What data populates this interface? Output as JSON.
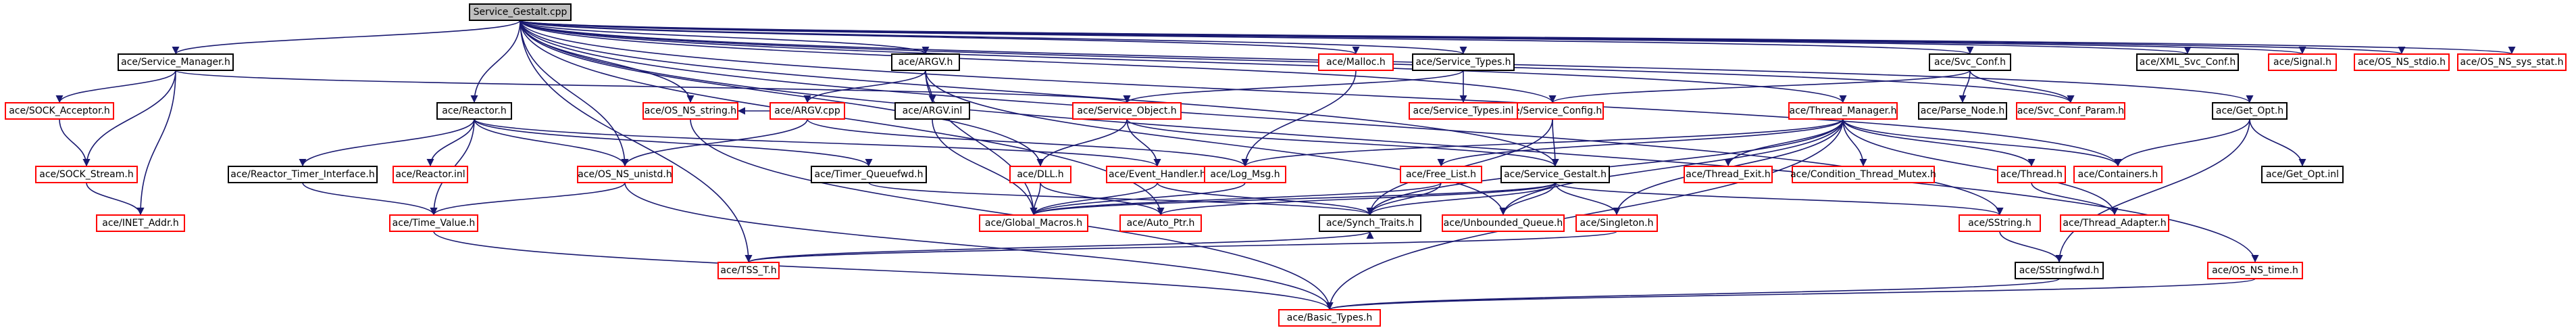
{
  "colors": {
    "root_fill": "#bfbfbf",
    "root_stroke": "#000000",
    "documented_stroke": "#000000",
    "external_stroke": "#ff0000",
    "edge": "#191970",
    "text": "#000000"
  },
  "nodes": [
    {
      "id": "service_gestalt_cpp",
      "label": "Service_Gestalt.cpp",
      "kind": "root"
    },
    {
      "id": "service_manager_h",
      "label": "ace/Service_Manager.h",
      "kind": "documented"
    },
    {
      "id": "reactor_h",
      "label": "ace/Reactor.h",
      "kind": "documented"
    },
    {
      "id": "os_ns_unistd_h",
      "label": "ace/OS_NS_unistd.h",
      "kind": "external"
    },
    {
      "id": "os_ns_string_h",
      "label": "ace/OS_NS_string.h",
      "kind": "external"
    },
    {
      "id": "tss_t_h",
      "label": "ace/TSS_T.h",
      "kind": "external"
    },
    {
      "id": "argv_h",
      "label": "ace/ARGV.h",
      "kind": "documented"
    },
    {
      "id": "dll_h",
      "label": "ace/DLL.h",
      "kind": "external"
    },
    {
      "id": "malloc_h",
      "label": "ace/Malloc.h",
      "kind": "external"
    },
    {
      "id": "service_types_h",
      "label": "ace/Service_Types.h",
      "kind": "documented"
    },
    {
      "id": "service_config_h",
      "label": "ace/Service_Config.h",
      "kind": "external"
    },
    {
      "id": "thread_manager_h",
      "label": "ace/Thread_Manager.h",
      "kind": "external"
    },
    {
      "id": "service_gestalt_h",
      "label": "ace/Service_Gestalt.h",
      "kind": "documented"
    },
    {
      "id": "svc_conf_h",
      "label": "ace/Svc_Conf.h",
      "kind": "documented"
    },
    {
      "id": "get_opt_h",
      "label": "ace/Get_Opt.h",
      "kind": "documented"
    },
    {
      "id": "os_ns_time_h",
      "label": "ace/OS_NS_time.h",
      "kind": "external"
    },
    {
      "id": "xml_svc_conf_h",
      "label": "ace/XML_Svc_Conf.h",
      "kind": "documented"
    },
    {
      "id": "signal_h",
      "label": "ace/Signal.h",
      "kind": "external"
    },
    {
      "id": "os_ns_stdio_h",
      "label": "ace/OS_NS_stdio.h",
      "kind": "external"
    },
    {
      "id": "os_ns_sys_stat_h",
      "label": "ace/OS_NS_sys_stat.h",
      "kind": "external"
    },
    {
      "id": "sock_acceptor_h",
      "label": "ace/SOCK_Acceptor.h",
      "kind": "external"
    },
    {
      "id": "sock_stream_h",
      "label": "ace/SOCK_Stream.h",
      "kind": "external"
    },
    {
      "id": "inet_addr_h",
      "label": "ace/INET_Addr.h",
      "kind": "external"
    },
    {
      "id": "service_object_h",
      "label": "ace/Service_Object.h",
      "kind": "external"
    },
    {
      "id": "reactor_timer_interface_h",
      "label": "ace/Reactor_Timer_Interface.h",
      "kind": "documented"
    },
    {
      "id": "reactor_inl",
      "label": "ace/Reactor.inl",
      "kind": "external"
    },
    {
      "id": "timer_queuefwd_h",
      "label": "ace/Timer_Queuefwd.h",
      "kind": "documented"
    },
    {
      "id": "event_handler_h",
      "label": "ace/Event_Handler.h",
      "kind": "external"
    },
    {
      "id": "time_value_h",
      "label": "ace/Time_Value.h",
      "kind": "external"
    },
    {
      "id": "argv_cpp",
      "label": "ace/ARGV.cpp",
      "kind": "external"
    },
    {
      "id": "argv_inl",
      "label": "ace/ARGV.inl",
      "kind": "documented"
    },
    {
      "id": "global_macros_h",
      "label": "ace/Global_Macros.h",
      "kind": "external"
    },
    {
      "id": "log_msg_h",
      "label": "ace/Log_Msg.h",
      "kind": "external"
    },
    {
      "id": "auto_ptr_h",
      "label": "ace/Auto_Ptr.h",
      "kind": "external"
    },
    {
      "id": "synch_traits_h",
      "label": "ace/Synch_Traits.h",
      "kind": "documented"
    },
    {
      "id": "unbounded_queue_h",
      "label": "ace/Unbounded_Queue.h",
      "kind": "external"
    },
    {
      "id": "singleton_h",
      "label": "ace/Singleton.h",
      "kind": "external"
    },
    {
      "id": "service_types_inl",
      "label": "ace/Service_Types.inl",
      "kind": "external"
    },
    {
      "id": "free_list_h",
      "label": "ace/Free_List.h",
      "kind": "external"
    },
    {
      "id": "thread_exit_h",
      "label": "ace/Thread_Exit.h",
      "kind": "external"
    },
    {
      "id": "condition_thread_mutex_h",
      "label": "ace/Condition_Thread_Mutex.h",
      "kind": "external"
    },
    {
      "id": "thread_h",
      "label": "ace/Thread.h",
      "kind": "external"
    },
    {
      "id": "containers_h",
      "label": "ace/Containers.h",
      "kind": "external"
    },
    {
      "id": "thread_adapter_h",
      "label": "ace/Thread_Adapter.h",
      "kind": "external"
    },
    {
      "id": "sstring_h",
      "label": "ace/SString.h",
      "kind": "external"
    },
    {
      "id": "sstringfwd_h",
      "label": "ace/SStringfwd.h",
      "kind": "documented"
    },
    {
      "id": "basic_types_h",
      "label": "ace/Basic_Types.h",
      "kind": "external"
    },
    {
      "id": "parse_node_h",
      "label": "ace/Parse_Node.h",
      "kind": "documented"
    },
    {
      "id": "svc_conf_param_h",
      "label": "ace/Svc_Conf_Param.h",
      "kind": "external"
    },
    {
      "id": "get_opt_inl",
      "label": "ace/Get_Opt.inl",
      "kind": "documented"
    }
  ],
  "edges": [
    [
      "service_gestalt_cpp",
      "service_manager_h"
    ],
    [
      "service_gestalt_cpp",
      "reactor_h"
    ],
    [
      "service_gestalt_cpp",
      "os_ns_unistd_h"
    ],
    [
      "service_gestalt_cpp",
      "os_ns_string_h"
    ],
    [
      "service_gestalt_cpp",
      "tss_t_h"
    ],
    [
      "service_gestalt_cpp",
      "argv_h"
    ],
    [
      "service_gestalt_cpp",
      "dll_h"
    ],
    [
      "service_gestalt_cpp",
      "malloc_h"
    ],
    [
      "service_gestalt_cpp",
      "service_types_h"
    ],
    [
      "service_gestalt_cpp",
      "service_config_h"
    ],
    [
      "service_gestalt_cpp",
      "thread_manager_h"
    ],
    [
      "service_gestalt_cpp",
      "service_gestalt_h"
    ],
    [
      "service_gestalt_cpp",
      "svc_conf_h"
    ],
    [
      "service_gestalt_cpp",
      "get_opt_h"
    ],
    [
      "service_gestalt_cpp",
      "os_ns_time_h"
    ],
    [
      "service_gestalt_cpp",
      "xml_svc_conf_h"
    ],
    [
      "service_gestalt_cpp",
      "signal_h"
    ],
    [
      "service_gestalt_cpp",
      "os_ns_stdio_h"
    ],
    [
      "service_gestalt_cpp",
      "os_ns_sys_stat_h"
    ],
    [
      "service_gestalt_cpp",
      "svc_conf_param_h"
    ],
    [
      "service_gestalt_cpp",
      "containers_h"
    ],
    [
      "service_gestalt_cpp",
      "auto_ptr_h"
    ],
    [
      "service_gestalt_cpp",
      "sstring_h"
    ],
    [
      "service_manager_h",
      "sock_acceptor_h"
    ],
    [
      "service_manager_h",
      "sock_stream_h"
    ],
    [
      "service_manager_h",
      "inet_addr_h"
    ],
    [
      "service_manager_h",
      "service_object_h"
    ],
    [
      "sock_acceptor_h",
      "sock_stream_h"
    ],
    [
      "sock_stream_h",
      "inet_addr_h"
    ],
    [
      "reactor_h",
      "reactor_timer_interface_h"
    ],
    [
      "reactor_h",
      "reactor_inl"
    ],
    [
      "reactor_h",
      "timer_queuefwd_h"
    ],
    [
      "reactor_h",
      "event_handler_h"
    ],
    [
      "reactor_h",
      "time_value_h"
    ],
    [
      "reactor_h",
      "os_ns_unistd_h"
    ],
    [
      "reactor_timer_interface_h",
      "time_value_h"
    ],
    [
      "timer_queuefwd_h",
      "synch_traits_h"
    ],
    [
      "os_ns_unistd_h",
      "time_value_h"
    ],
    [
      "os_ns_unistd_h",
      "basic_types_h"
    ],
    [
      "os_ns_string_h",
      "basic_types_h"
    ],
    [
      "time_value_h",
      "basic_types_h"
    ],
    [
      "tss_t_h",
      "synch_traits_h"
    ],
    [
      "argv_h",
      "argv_cpp"
    ],
    [
      "argv_h",
      "argv_inl"
    ],
    [
      "argv_h",
      "global_macros_h"
    ],
    [
      "argv_h",
      "unbounded_queue_h"
    ],
    [
      "argv_cpp",
      "os_ns_unistd_h"
    ],
    [
      "argv_cpp",
      "os_ns_string_h"
    ],
    [
      "argv_cpp",
      "log_msg_h"
    ],
    [
      "argv_inl",
      "global_macros_h"
    ],
    [
      "dll_h",
      "global_macros_h"
    ],
    [
      "dll_h",
      "auto_ptr_h"
    ],
    [
      "malloc_h",
      "log_msg_h"
    ],
    [
      "log_msg_h",
      "global_macros_h"
    ],
    [
      "service_types_h",
      "service_object_h"
    ],
    [
      "service_types_h",
      "service_types_inl"
    ],
    [
      "service_object_h",
      "dll_h"
    ],
    [
      "service_object_h",
      "event_handler_h"
    ],
    [
      "service_object_h",
      "service_gestalt_h"
    ],
    [
      "event_handler_h",
      "global_macros_h"
    ],
    [
      "event_handler_h",
      "synch_traits_h"
    ],
    [
      "service_config_h",
      "service_gestalt_h"
    ],
    [
      "service_config_h",
      "synch_traits_h"
    ],
    [
      "thread_manager_h",
      "free_list_h"
    ],
    [
      "thread_manager_h",
      "thread_exit_h"
    ],
    [
      "thread_manager_h",
      "condition_thread_mutex_h"
    ],
    [
      "thread_manager_h",
      "thread_h"
    ],
    [
      "thread_manager_h",
      "containers_h"
    ],
    [
      "thread_manager_h",
      "thread_adapter_h"
    ],
    [
      "thread_manager_h",
      "singleton_h"
    ],
    [
      "thread_manager_h",
      "synch_traits_h"
    ],
    [
      "thread_manager_h",
      "basic_types_h"
    ],
    [
      "thread_manager_h",
      "log_msg_h"
    ],
    [
      "thread_manager_h",
      "unbounded_queue_h"
    ],
    [
      "free_list_h",
      "global_macros_h"
    ],
    [
      "free_list_h",
      "synch_traits_h"
    ],
    [
      "service_gestalt_h",
      "auto_ptr_h"
    ],
    [
      "service_gestalt_h",
      "synch_traits_h"
    ],
    [
      "service_gestalt_h",
      "unbounded_queue_h"
    ],
    [
      "service_gestalt_h",
      "singleton_h"
    ],
    [
      "service_gestalt_h",
      "sstring_h"
    ],
    [
      "service_gestalt_h",
      "global_macros_h"
    ],
    [
      "singleton_h",
      "tss_t_h"
    ],
    [
      "thread_h",
      "thread_adapter_h"
    ],
    [
      "sstring_h",
      "sstringfwd_h"
    ],
    [
      "sstringfwd_h",
      "basic_types_h"
    ],
    [
      "os_ns_time_h",
      "basic_types_h"
    ],
    [
      "svc_conf_h",
      "parse_node_h"
    ],
    [
      "svc_conf_h",
      "svc_conf_param_h"
    ],
    [
      "svc_conf_h",
      "service_config_h"
    ],
    [
      "get_opt_h",
      "get_opt_inl"
    ],
    [
      "get_opt_h",
      "containers_h"
    ],
    [
      "get_opt_h",
      "sstringfwd_h"
    ]
  ]
}
